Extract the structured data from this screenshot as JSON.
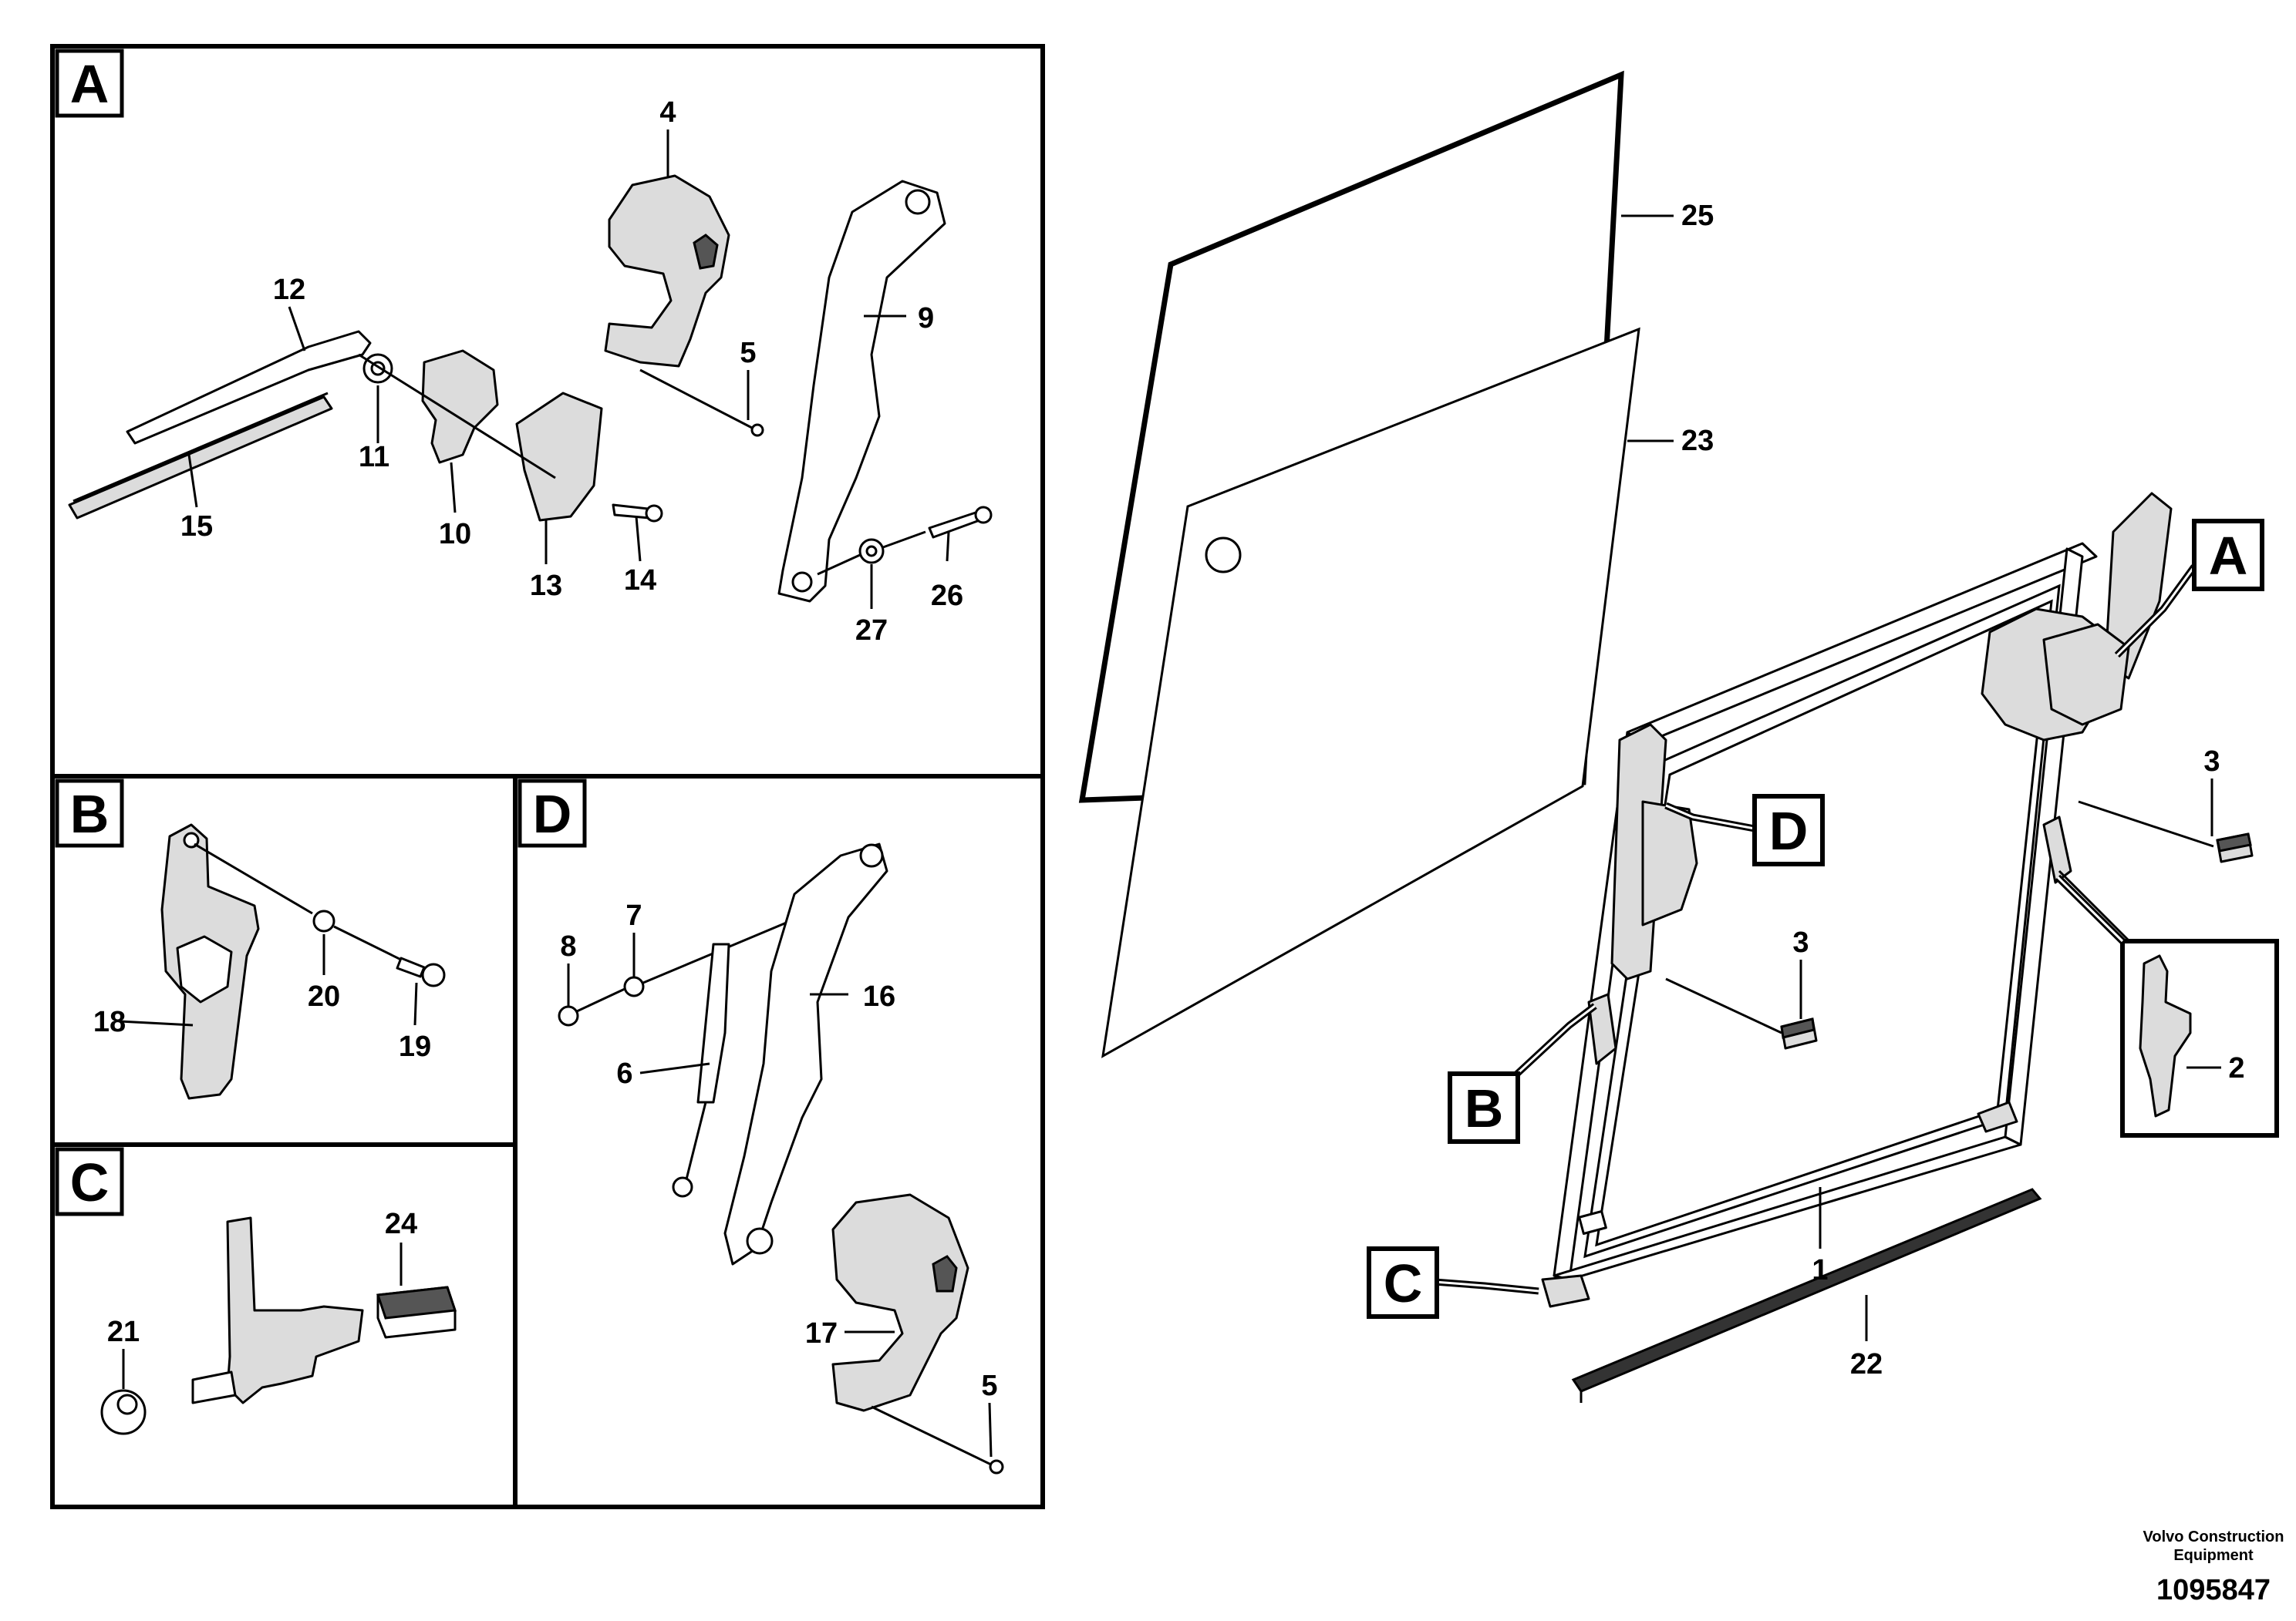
{
  "panels": {
    "A": {
      "letter": "A"
    },
    "B": {
      "letter": "B"
    },
    "C": {
      "letter": "C"
    },
    "D": {
      "letter": "D"
    }
  },
  "main_callouts": {
    "A": "A",
    "B": "B",
    "C": "C",
    "D": "D"
  },
  "labels": {
    "panel_a": [
      "4",
      "12",
      "5",
      "9",
      "11",
      "15",
      "10",
      "13",
      "14",
      "27",
      "26"
    ],
    "panel_b": [
      "18",
      "20",
      "19"
    ],
    "panel_c": [
      "24",
      "21"
    ],
    "panel_d": [
      "8",
      "7",
      "16",
      "6",
      "17",
      "5"
    ],
    "main": [
      "25",
      "23",
      "3",
      "3",
      "2",
      "1",
      "22"
    ]
  },
  "footer": {
    "company_line1": "Volvo Construction",
    "company_line2": "Equipment",
    "drawing_number": "1095847"
  }
}
